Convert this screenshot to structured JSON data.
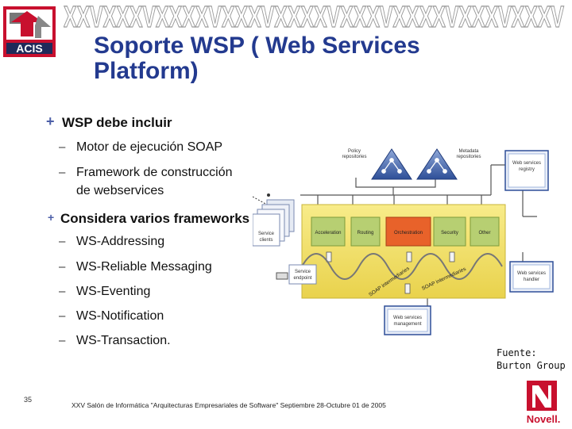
{
  "header": {
    "logo_text": "ACIS",
    "banner_text": "XXVXXXVXXXXVXXXVXXXXVXXXVXXXXVXXXVXXXV",
    "title_line1": "Soporte WSP ( Web Services",
    "title_line2": "Platform)"
  },
  "bullets": {
    "main1": "WSP debe incluir",
    "sub1": [
      "Motor de ejecución SOAP",
      "Framework de construcción",
      "de webservices"
    ],
    "main2": "Considera varios frameworks",
    "sub2": [
      "WS-Addressing",
      "WS-Reliable Messaging",
      "WS-Eventing",
      "WS-Notification",
      "WS-Transaction."
    ]
  },
  "diagram": {
    "policy_repo": [
      "Policy",
      "repositories"
    ],
    "metadata_repo": [
      "Metadata",
      "repositories"
    ],
    "registry": [
      "Web services",
      "registry"
    ],
    "service_clients": [
      "Service",
      "clients"
    ],
    "modules": [
      "Acceleration",
      "Routing",
      "Orchestration",
      "Security",
      "Other"
    ],
    "service_endpoint": [
      "Service",
      "endpoint"
    ],
    "soap_intermediaries": [
      "SOAP intermediaries",
      "SOAP intermediaries"
    ],
    "management": [
      "Web services",
      "management"
    ],
    "web_services_handler": [
      "Web services",
      "handler"
    ]
  },
  "source": [
    "Fuente:",
    "Burton Group"
  ],
  "footer": {
    "page_number": "35",
    "text": "XXV  Salón de Informática \"Arquitecturas Empresariales de Software\" Septiembre 28-Octubre 01 de 2005",
    "brand": "Novell."
  },
  "colors": {
    "title": "#233a8f",
    "accent_red": "#c0102c",
    "yellow": "#f4e36a",
    "orchestration": "#e8622a",
    "module_green": "#b7cf72"
  }
}
